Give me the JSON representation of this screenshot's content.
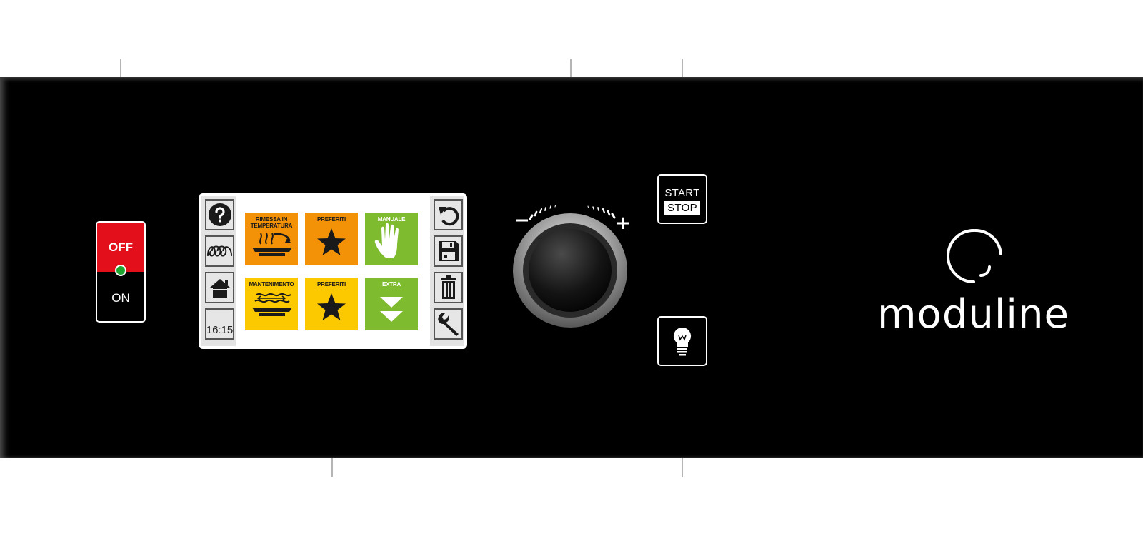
{
  "power_switch": {
    "off_label": "OFF",
    "on_label": "ON",
    "led_color": "#1fa52f"
  },
  "display": {
    "left_buttons": [
      {
        "icon": "help-icon"
      },
      {
        "icon": "heating-coil-icon"
      },
      {
        "icon": "home-icon"
      },
      {
        "icon": "clock",
        "label": "16:15"
      }
    ],
    "right_buttons": [
      {
        "icon": "undo-icon"
      },
      {
        "icon": "save-icon"
      },
      {
        "icon": "trash-icon"
      },
      {
        "icon": "wrench-icon"
      }
    ],
    "tiles": [
      {
        "label": "RIMESSA IN\nTEMPERATURA",
        "color": "#f39207",
        "icon": "regeneration-icon"
      },
      {
        "label": "PREFERITI",
        "color": "#f39207",
        "icon": "star-icon"
      },
      {
        "label": "MANUALE",
        "color": "#7fbb2e",
        "icon": "hand-icon"
      },
      {
        "label": "MANTENIMENTO",
        "color": "#fcc800",
        "icon": "holding-icon"
      },
      {
        "label": "PREFERITI",
        "color": "#fcc800",
        "icon": "star-icon"
      },
      {
        "label": "EXTRA",
        "color": "#7fbb2e",
        "icon": "double-chevron-down-icon"
      }
    ]
  },
  "knob": {
    "minus_label": "−",
    "plus_label": "+"
  },
  "start_stop": {
    "start_label": "START",
    "stop_label": "STOP"
  },
  "light_button": {
    "icon": "light-bulb-icon"
  },
  "brand": {
    "name": "moduline"
  }
}
